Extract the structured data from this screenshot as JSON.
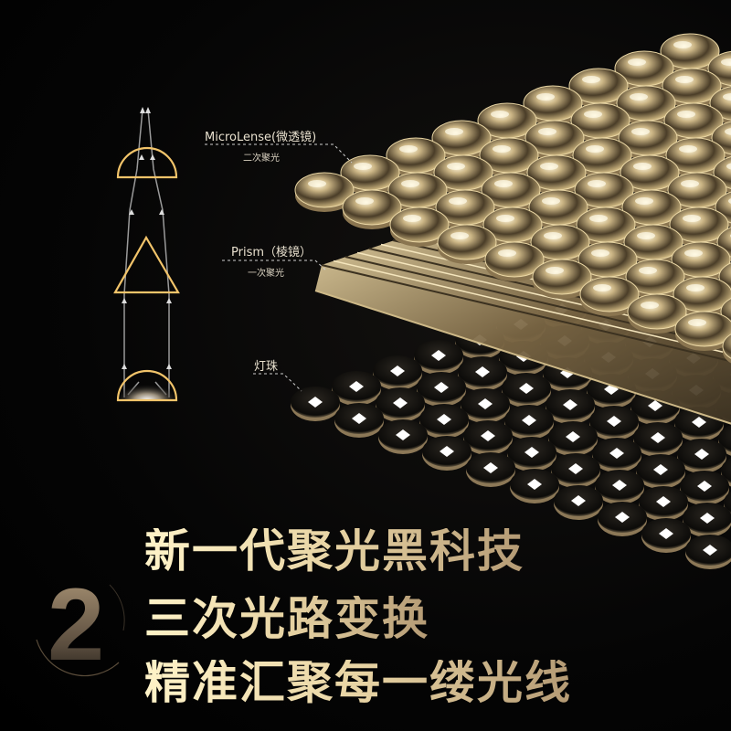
{
  "labels": {
    "microlens": {
      "title": "MicroLense(微透镜)",
      "subtitle": "二次聚光"
    },
    "prism": {
      "title": "Prism（棱镜）",
      "subtitle": "一次聚光"
    },
    "led": {
      "title": "灯珠"
    }
  },
  "headline": {
    "number": "2",
    "lines": [
      "新一代聚光黑科技",
      "三次光路变换",
      "精准汇聚每一缕光线"
    ]
  },
  "colors": {
    "gold": "#f2c46a",
    "text_gold": "#e8d4a4",
    "background": "#000000"
  }
}
